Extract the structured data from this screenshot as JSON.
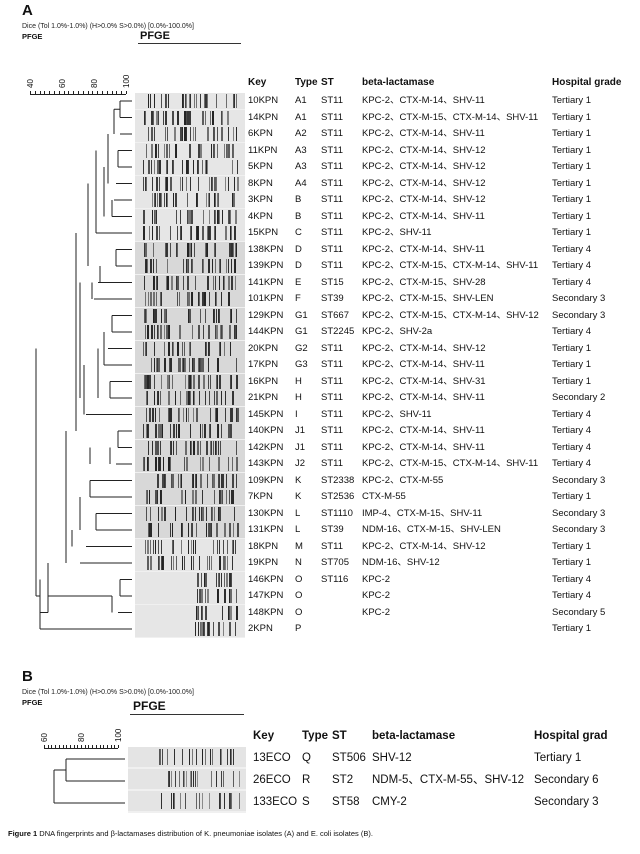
{
  "panelA": {
    "label": "A",
    "settings": "Dice (Tol 1.0%-1.0%) (H>0.0% S>0.0%) [0.0%-100.0%]",
    "pfge_small": "PFGE",
    "pfge_title": "PFGE",
    "scale_ticks": [
      "40",
      "60",
      "80",
      "100"
    ],
    "headers": {
      "key": "Key",
      "type": "Type",
      "st": "ST",
      "lactamase": "beta-lactamase",
      "grade": "Hospital grade"
    },
    "rows": [
      {
        "key": "10KPN",
        "type": "A1",
        "st": "ST11",
        "lactamase": "KPC-2、CTX-M-14、SHV-11",
        "grade": "Tertiary 1"
      },
      {
        "key": "14KPN",
        "type": "A1",
        "st": "ST11",
        "lactamase": "KPC-2、CTX-M-15、CTX-M-14、SHV-11",
        "grade": "Tertiary 1"
      },
      {
        "key": "6KPN",
        "type": "A2",
        "st": "ST11",
        "lactamase": "KPC-2、CTX-M-14、SHV-11",
        "grade": "Tertiary 1"
      },
      {
        "key": "11KPN",
        "type": "A3",
        "st": "ST11",
        "lactamase": "KPC-2、CTX-M-14、SHV-12",
        "grade": "Tertiary 1"
      },
      {
        "key": "5KPN",
        "type": "A3",
        "st": "ST11",
        "lactamase": "KPC-2、CTX-M-14、SHV-12",
        "grade": "Tertiary 1"
      },
      {
        "key": "8KPN",
        "type": "A4",
        "st": "ST11",
        "lactamase": "KPC-2、CTX-M-14、SHV-12",
        "grade": "Tertiary 1"
      },
      {
        "key": "3KPN",
        "type": "B",
        "st": "ST11",
        "lactamase": "KPC-2、CTX-M-14、SHV-12",
        "grade": "Tertiary 1"
      },
      {
        "key": "4KPN",
        "type": "B",
        "st": "ST11",
        "lactamase": "KPC-2、CTX-M-14、SHV-11",
        "grade": "Tertiary 1"
      },
      {
        "key": "15KPN",
        "type": "C",
        "st": "ST11",
        "lactamase": "KPC-2、SHV-11",
        "grade": "Tertiary 1"
      },
      {
        "key": "138KPN",
        "type": "D",
        "st": "ST11",
        "lactamase": "KPC-2、CTX-M-14、SHV-11",
        "grade": "Tertiary 4"
      },
      {
        "key": "139KPN",
        "type": "D",
        "st": "ST11",
        "lactamase": "KPC-2、CTX-M-15、CTX-M-14、SHV-11",
        "grade": "Tertiary 4"
      },
      {
        "key": "141KPN",
        "type": "E",
        "st": "ST15",
        "lactamase": "KPC-2、CTX-M-15、SHV-28",
        "grade": "Tertiary 4"
      },
      {
        "key": "101KPN",
        "type": "F",
        "st": "ST39",
        "lactamase": "KPC-2、CTX-M-15、SHV-LEN",
        "grade": "Secondary 3"
      },
      {
        "key": "129KPN",
        "type": "G1",
        "st": "ST667",
        "lactamase": "KPC-2、CTX-M-15、CTX-M-14、SHV-12",
        "grade": "Secondary 3"
      },
      {
        "key": "144KPN",
        "type": "G1",
        "st": "ST2245",
        "lactamase": "KPC-2、SHV-2a",
        "grade": "Tertiary 4"
      },
      {
        "key": "20KPN",
        "type": "G2",
        "st": "ST11",
        "lactamase": "KPC-2、CTX-M-14、SHV-12",
        "grade": "Tertiary 1"
      },
      {
        "key": "17KPN",
        "type": "G3",
        "st": "ST11",
        "lactamase": "KPC-2、CTX-M-14、SHV-11",
        "grade": "Tertiary 1"
      },
      {
        "key": "16KPN",
        "type": "H",
        "st": "ST11",
        "lactamase": "KPC-2、CTX-M-14、SHV-31",
        "grade": "Tertiary 1"
      },
      {
        "key": "21KPN",
        "type": "H",
        "st": "ST11",
        "lactamase": "KPC-2、CTX-M-14、SHV-11",
        "grade": "Secondary 2"
      },
      {
        "key": "145KPN",
        "type": "I",
        "st": "ST11",
        "lactamase": "KPC-2、SHV-11",
        "grade": "Tertiary 4"
      },
      {
        "key": "140KPN",
        "type": "J1",
        "st": "ST11",
        "lactamase": "KPC-2、CTX-M-14、SHV-11",
        "grade": "Tertiary 4"
      },
      {
        "key": "142KPN",
        "type": "J1",
        "st": "ST11",
        "lactamase": "KPC-2、CTX-M-14、SHV-11",
        "grade": "Tertiary 4"
      },
      {
        "key": "143KPN",
        "type": "J2",
        "st": "ST11",
        "lactamase": "KPC-2、CTX-M-15、CTX-M-14、SHV-11",
        "grade": "Tertiary 4"
      },
      {
        "key": "109KPN",
        "type": "K",
        "st": "ST2338",
        "lactamase": "KPC-2、CTX-M-55",
        "grade": "Secondary 3"
      },
      {
        "key": "7KPN",
        "type": "K",
        "st": "ST2536",
        "lactamase": "CTX-M-55",
        "grade": "Tertiary 1"
      },
      {
        "key": "130KPN",
        "type": "L",
        "st": "ST1110",
        "lactamase": "IMP-4、CTX-M-15、SHV-11",
        "grade": "Secondary 3"
      },
      {
        "key": "131KPN",
        "type": "L",
        "st": "ST39",
        "lactamase": "NDM-16、CTX-M-15、SHV-LEN",
        "grade": "Secondary 3"
      },
      {
        "key": "18KPN",
        "type": "M",
        "st": "ST11",
        "lactamase": "KPC-2、CTX-M-14、SHV-12",
        "grade": "Tertiary 1"
      },
      {
        "key": "19KPN",
        "type": "N",
        "st": "ST705",
        "lactamase": "NDM-16、SHV-12",
        "grade": "Tertiary 1"
      },
      {
        "key": "146KPN",
        "type": "O",
        "st": "ST116",
        "lactamase": "KPC-2",
        "grade": "Tertiary 4"
      },
      {
        "key": "147KPN",
        "type": "O",
        "st": "",
        "lactamase": "KPC-2",
        "grade": "Tertiary 4"
      },
      {
        "key": "148KPN",
        "type": "O",
        "st": "",
        "lactamase": "KPC-2",
        "grade": "Secondary 5"
      },
      {
        "key": "2KPN",
        "type": "P",
        "st": "",
        "lactamase": "",
        "grade": "Tertiary 1"
      }
    ]
  },
  "panelB": {
    "label": "B",
    "settings": "Dice (Tol 1.0%-1.0%) (H>0.0% S>0.0%) [0.0%-100.0%]",
    "pfge_small": "PFGE",
    "pfge_title": "PFGE",
    "scale_ticks": [
      "60",
      "80",
      "100"
    ],
    "headers": {
      "key": "Key",
      "type": "Type",
      "st": "ST",
      "lactamase": "beta-lactamase",
      "grade": "Hospital grad"
    },
    "rows": [
      {
        "key": "13ECO",
        "type": "Q",
        "st": "ST506",
        "lactamase": "SHV-12",
        "grade": "Tertiary 1"
      },
      {
        "key": "26ECO",
        "type": "R",
        "st": "ST2",
        "lactamase": "NDM-5、CTX-M-55、SHV-12",
        "grade": "Secondary 6"
      },
      {
        "key": "133ECO",
        "type": "S",
        "st": "ST58",
        "lactamase": "CMY-2",
        "grade": "Secondary 3"
      }
    ]
  },
  "caption": {
    "prefix": "Figure 1",
    "text": "DNA fingerprints and β-lactamases distribution of K. pneumoniae isolates (A) and E. coli isolates (B)."
  }
}
